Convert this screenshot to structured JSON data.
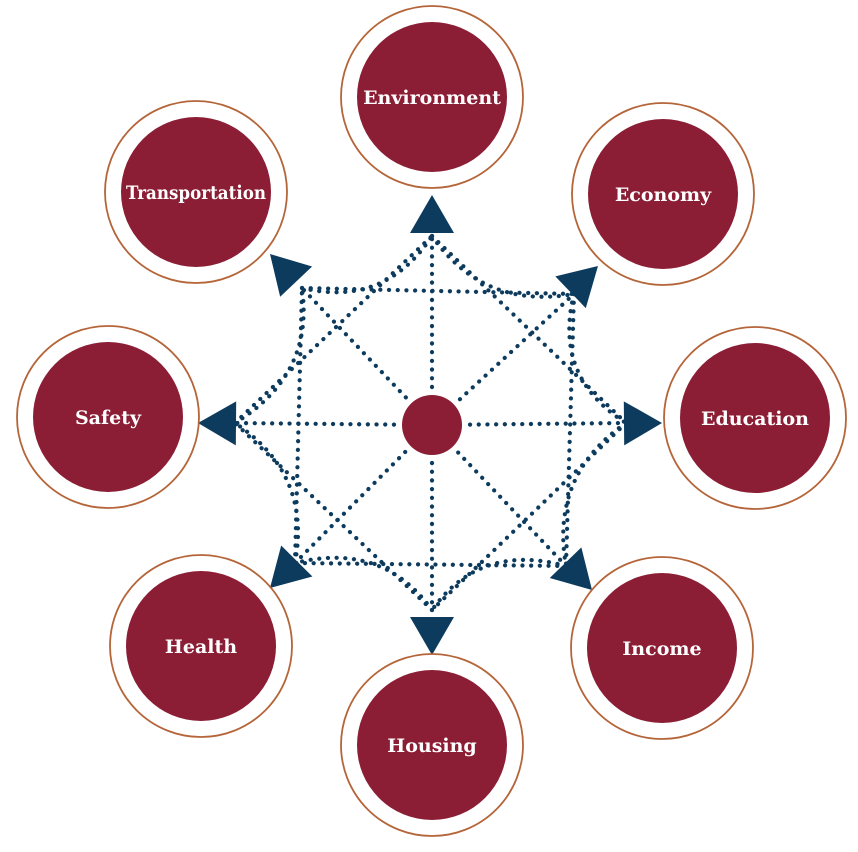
{
  "diagram": {
    "colors": {
      "node_fill": "#8b1e35",
      "node_ring": "#b5653a",
      "connector": "#0d3b5e",
      "background": "#ffffff"
    },
    "nodes": [
      {
        "id": "environment",
        "label": "Environment"
      },
      {
        "id": "economy",
        "label": "Economy"
      },
      {
        "id": "education",
        "label": "Education"
      },
      {
        "id": "income",
        "label": "Income"
      },
      {
        "id": "housing",
        "label": "Housing"
      },
      {
        "id": "health",
        "label": "Health"
      },
      {
        "id": "safety",
        "label": "Safety"
      },
      {
        "id": "transportation",
        "label": "Transportation"
      }
    ]
  }
}
